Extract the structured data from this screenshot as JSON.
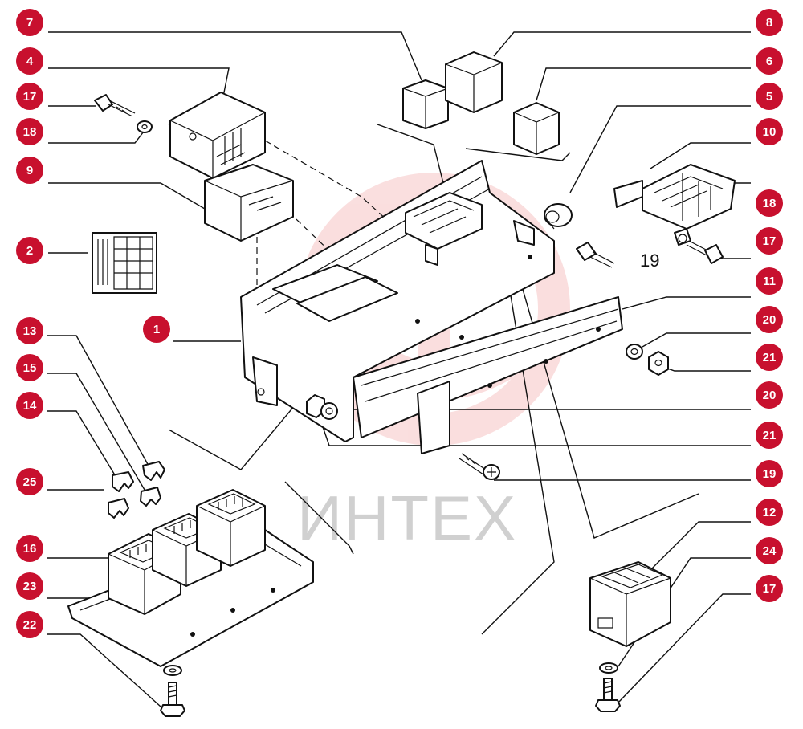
{
  "diagram": {
    "colors": {
      "badge": "#c8102e",
      "badge_text": "#ffffff",
      "line": "#111111",
      "watermark_logo": "#f4b8b8",
      "watermark_text": "#d0d0d0"
    },
    "watermark": {
      "text": "ИНТЕХ"
    },
    "callouts": [
      {
        "id": "c7",
        "label": "7"
      },
      {
        "id": "c8",
        "label": "8"
      },
      {
        "id": "c4",
        "label": "4"
      },
      {
        "id": "c6",
        "label": "6"
      },
      {
        "id": "c17a",
        "label": "17"
      },
      {
        "id": "c5",
        "label": "5"
      },
      {
        "id": "c18a",
        "label": "18"
      },
      {
        "id": "c10",
        "label": "10"
      },
      {
        "id": "c9",
        "label": "9"
      },
      {
        "id": "c18b",
        "label": "18"
      },
      {
        "id": "c2",
        "label": "2"
      },
      {
        "id": "c17b",
        "label": "17"
      },
      {
        "id": "c11",
        "label": "11"
      },
      {
        "id": "c1",
        "label": "1"
      },
      {
        "id": "c20a",
        "label": "20"
      },
      {
        "id": "c13",
        "label": "13"
      },
      {
        "id": "c21a",
        "label": "21"
      },
      {
        "id": "c15",
        "label": "15"
      },
      {
        "id": "c14",
        "label": "14"
      },
      {
        "id": "c20b",
        "label": "20"
      },
      {
        "id": "c21b",
        "label": "21"
      },
      {
        "id": "c25",
        "label": "25"
      },
      {
        "id": "c19",
        "label": "19"
      },
      {
        "id": "c16",
        "label": "16"
      },
      {
        "id": "c12",
        "label": "12"
      },
      {
        "id": "c23",
        "label": "23"
      },
      {
        "id": "c24",
        "label": "24"
      },
      {
        "id": "c22",
        "label": "22"
      },
      {
        "id": "c17c",
        "label": "17"
      }
    ],
    "inline_labels": [
      {
        "id": "l19",
        "label": "19"
      }
    ]
  }
}
